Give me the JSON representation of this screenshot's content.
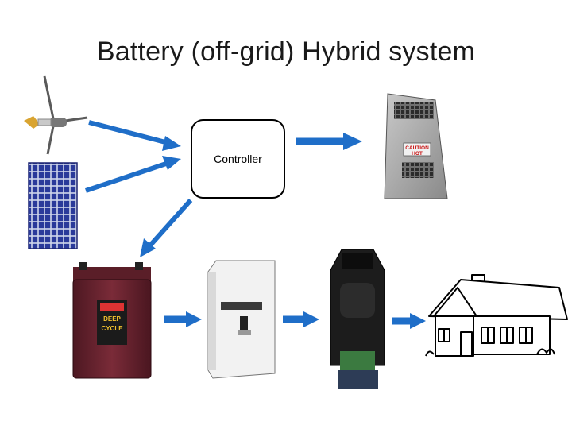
{
  "slide": {
    "title": "Battery (off-grid) Hybrid system"
  },
  "controller": {
    "label": "Controller"
  },
  "dump_load": {
    "sticker_line1": "CAUTION",
    "sticker_line2": "HOT"
  },
  "battery": {
    "label_line1": "DEEP",
    "label_line2": "CYCLE"
  },
  "colors": {
    "arrow": "#1f6ec8",
    "outline": "#000000",
    "battery_body": "#6b2430",
    "inverter_body": "#1c1c1c",
    "solar_cell": "#2a3a9a"
  }
}
